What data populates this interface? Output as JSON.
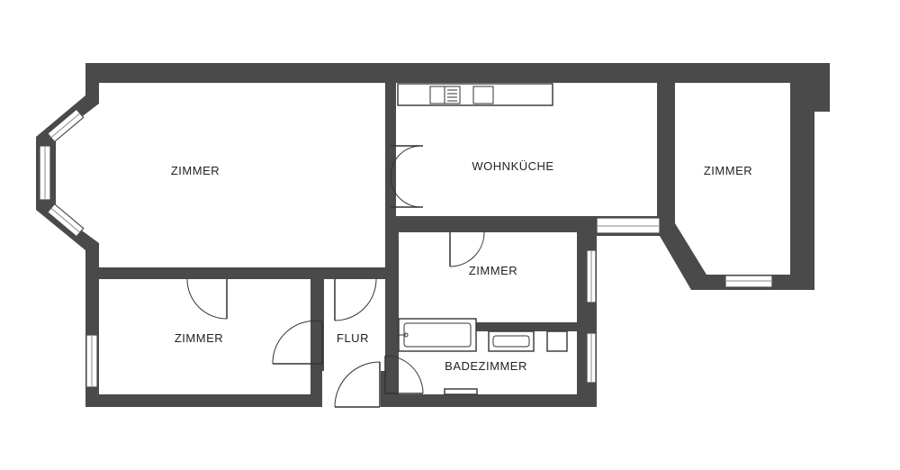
{
  "rooms": {
    "zimmer_main": "ZIMMER",
    "wohnkueche": "WOHNKÜCHE",
    "zimmer_right": "ZIMMER",
    "zimmer_middle": "ZIMMER",
    "zimmer_bottom_left": "ZIMMER",
    "flur": "FLUR",
    "badezimmer": "BADEZIMMER"
  },
  "colors": {
    "wall": "#4a4a4a",
    "floor": "#ffffff",
    "lines": "#333333"
  }
}
